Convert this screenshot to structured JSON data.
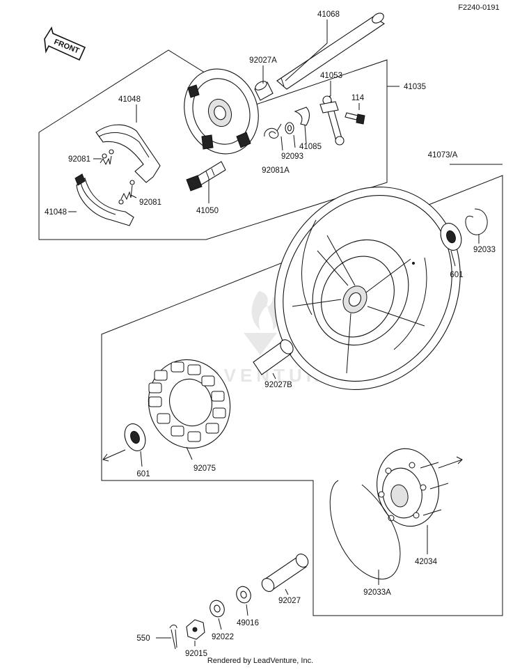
{
  "diagram_code": "F2240-0191",
  "front_label": "FRONT",
  "footer": "Rendered by LeadVenture, Inc.",
  "watermark": "ADVENTURE",
  "parts": {
    "p41068": "41068",
    "p92027A": "92027A",
    "p41053": "41053",
    "p114": "114",
    "p41035": "41035",
    "p41048a": "41048",
    "p41048b": "41048",
    "p92081a": "92081",
    "p92081b": "92081",
    "p92093": "92093",
    "p41085": "41085",
    "p92081A": "92081A",
    "p41050": "41050",
    "p41073A": "41073/A",
    "p92033": "92033",
    "p601a": "601",
    "p601b": "601",
    "p92027B": "92027B",
    "p92075": "92075",
    "p42034": "42034",
    "p92033A": "92033A",
    "p92027": "92027",
    "p49016": "49016",
    "p92022": "92022",
    "p550": "550",
    "p92015": "92015"
  }
}
